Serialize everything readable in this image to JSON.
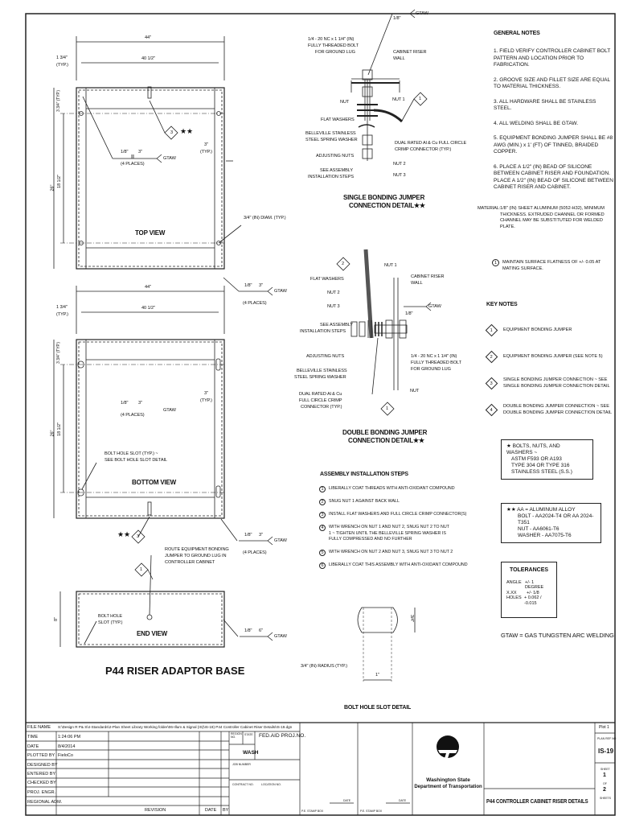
{
  "top_view": {
    "dim_44": "44\"",
    "dim_40": "40 1/2\"",
    "dim_134": "1 3/4\"",
    "typ": "(TYP.)",
    "dim_334": "3 3/4\" (TYP.)",
    "dim_26": "26\"",
    "dim_18": "18 1/2\"",
    "weld_a": "1/8\"",
    "weld_b": "3\"",
    "places": "(4 PLACES)",
    "gtaw": "GTAW",
    "dim_3": "3\"",
    "typ2": "(TYP.)",
    "hole": "3/4\" (IN) DIAM. (TYP.)",
    "title": "TOP VIEW",
    "key": "3",
    "stars": "★★"
  },
  "bottom_view": {
    "dim_44": "44\"",
    "dim_40": "40 1/2\"",
    "dim_134": "1 3/4\"",
    "typ": "(TYP.)",
    "dim_334": "3 3/4\" (TYP.)",
    "dim_26": "26\"",
    "dim_18": "18 1/2\"",
    "weld_a": "1/8\"",
    "weld_b": "3\"",
    "places": "(4 PLACES)",
    "gtaw": "GTAW",
    "dim_3": "3\"",
    "typ2": "(TYP.)",
    "slot": "BOLT HOLE SLOT (TYP.) ~",
    "slot2": "SEE BOLT HOLE SLOT DETAIL",
    "title": "BOTTOM VIEW",
    "key": "3",
    "stars": "★★",
    "weld2_a": "1/8\"",
    "weld2_b": "3\"",
    "places2": "(4 PLACES)",
    "gtaw2": "GTAW"
  },
  "end_view": {
    "route1": "ROUTE EQUIPMENT BONDING",
    "route2": "JUMPER TO GROUND LUG IN",
    "route3": "CONTROLLER CABINET",
    "key": "1",
    "slot1": "BOLT HOLE",
    "slot2": "SLOT (TYP.)",
    "title": "END VIEW",
    "dim_8": "8\"",
    "weld_a": "1/8\"",
    "weld_b": "6\"",
    "gtaw": "GTAW"
  },
  "base_title": "P44 RISER ADAPTOR BASE",
  "single": {
    "gtaw": "GTAW",
    "weld": "1/8\"",
    "bolt1": "1/4 - 20 NC x 1 1/4\" (IN)",
    "bolt2": "FULLY THREADED BOLT",
    "bolt3": "FOR GROUND LUG",
    "wall1": "CABINET RISER",
    "wall2": "WALL",
    "nut": "NUT",
    "nut1": "NUT 1",
    "flat": "FLAT WASHERS",
    "key": "1",
    "bell1": "BELLEVILLE STAINLESS",
    "bell2": "STEEL SPRING WASHER",
    "crimp1": "DUAL RATED Al & Cu FULL CIRCLE",
    "crimp2": "CRIMP CONNECTOR (TYP.)",
    "adj": "ADJUSTING NUTS",
    "nut2": "NUT 2",
    "see1": "SEE ASSEMBLY",
    "see2": "INSTALLATION STEPS",
    "nut3": "NUT 3",
    "title1": "SINGLE BONDING JUMPER",
    "title2": "CONNECTION DETAIL★★"
  },
  "double": {
    "key2": "2",
    "nut1": "NUT 1",
    "flat": "FLAT WASHERS",
    "wall1": "CABINET RISER",
    "wall2": "WALL",
    "nut2": "NUT 2",
    "nut3": "NUT 3",
    "gtaw": "GTAW",
    "weld": "1/8\"",
    "see1": "SEE ASSEMBLY",
    "see2": "INSTALLATION STEPS",
    "adj": "ADJUSTING NUTS",
    "bolt1": "1/4 - 20 NC x 1 1/4\" (IN)",
    "bolt2": "FULLY THREADED BOLT",
    "bolt3": "FOR GROUND LUG",
    "bell1": "BELLEVILLE STAINLESS",
    "bell2": "STEEL SPRING WASHER",
    "nut": "NUT",
    "crimp1": "DUAL RATED Al & Cu",
    "crimp2": "FULL CIRCLE CRIMP",
    "crimp3": "CONNECTOR (TYP.)",
    "key1": "1",
    "title1": "DOUBLE BONDING JUMPER",
    "title2": "CONNECTION DETAIL★★"
  },
  "assembly": {
    "title": "ASSEMBLY INSTALLATION STEPS",
    "steps": [
      {
        "n": "1",
        "text": "LIBERALLY COAT THREADS WITH ANTI-OXIDANT COMPOUND"
      },
      {
        "n": "2",
        "text": "SNUG NUT 1 AGAINST BACK WALL"
      },
      {
        "n": "3",
        "text": "INSTALL FLAT WASHERS AND FULL CIRCLE CRIMP CONNECTOR(S)"
      },
      {
        "n": "4",
        "text": "WITH WRENCH ON NUT 1 AND NUT 2, SNUG NUT 2 TO NUT 1 ~ TIGHTEN UNTIL THE BELLEVILLE SPRING WASHER IS FULLY COMPRESSED AND NO FURTHER"
      },
      {
        "n": "5",
        "text": "WITH WRENCH ON NUT 2 AND NUT 3, SNUG NUT 3 TO NUT 2"
      },
      {
        "n": "6",
        "text": "LIBERALLY COAT THIS ASSEMBLY WITH ANTI-OXIDANT COMPOUND"
      }
    ]
  },
  "slot_detail": {
    "dim_h": "3/4\"",
    "radius": "3/4\" (IN) RADIUS (TYP.)",
    "dim_w": "1\"",
    "title": "BOLT HOLE SLOT DETAIL"
  },
  "general": {
    "title": "GENERAL NOTES",
    "notes": [
      "1.  FIELD VERIFY CONTROLLER CABINET BOLT PATTERN AND LOCATION PRIOR TO FABRICATION.",
      "2.  GROOVE SIZE AND FILLET SIZE ARE EQUAL TO MATERIAL THICKNESS.",
      "3.  ALL HARDWARE SHALL BE STAINLESS STEEL.",
      "4.  ALL WELDING SHALL BE GTAW.",
      "5.  EQUIPMENT BONDING JUMPER SHALL BE #8 AWG (MIN.) x 1' (FT) OF TINNED, BRAIDED COPPER.",
      "6.  PLACE A 1/2\" (IN) BEAD OF SILICONE BETWEEN CABINET RISER AND FOUNDATION. PLACE A 1/2\" (IN) BEAD OF SILICONE BETWEEN CABINET RISER AND CABINET."
    ],
    "material_label": "MATERIAL:",
    "material": "1/8\" (IN) SHEET ALUMINUM (5052-H32), MINIMUM THICKNESS. EXTRUDED CHANNEL OR FORMED CHANNEL MAY BE SUBSTITUTED FOR WELDED PLATE.",
    "flat_num": "1",
    "flat": "MAINTAIN SURFACE FLATNESS OF +/- 0.05 AT MATING SURFACE."
  },
  "key_notes": {
    "title": "KEY NOTES",
    "items": [
      {
        "n": "1",
        "text": "EQUIPMENT BONDING JUMPER"
      },
      {
        "n": "2",
        "text": "EQUIPMENT BONDING JUMPER (SEE NOTE 5)"
      },
      {
        "n": "3",
        "text": "SINGLE BONDING JUMPER CONNECTION ~ SEE SINGLE BONDING JUMPER CONNECTION DETAIL"
      },
      {
        "n": "4",
        "text": "DOUBLE BONDING JUMPER CONNECTION ~ SEE DOUBLE BONDING JUMPER CONNECTION DETAIL"
      }
    ]
  },
  "star_box": [
    "★ BOLTS, NUTS, AND WASHERS ~",
    "ASTM F593 OR A193",
    "TYPE 304 OR TYPE 316",
    "STAINLESS STEEL (S.S.)"
  ],
  "aa_box": [
    "★★ AA = ALUMINUM ALLOY",
    "BOLT - AA2024-T4 OR AA 2024-T351",
    "NUT - AA6061-T6",
    "WASHER - AA7075-T6"
  ],
  "tolerances": {
    "title": "TOLERANCES",
    "rows": [
      [
        "ANGLE",
        "+/- 1 DEGREE"
      ],
      [
        "X.XX",
        "+/- 1/8"
      ],
      [
        "HOLES",
        "+ 0.062 / -0.015"
      ]
    ]
  },
  "gtaw_def": "GTAW = GAS TUNGSTEN ARC WELDING",
  "title_block": {
    "file_name_label": "FILE NAME",
    "file_name": "S:\\Design R P& S\\4-Standards\\2-Plan Sheet Library Working folder\\06-Illum & Signal (IS)\\IS-19) P44 Controller Cabinet Riser Details\\IS-19.dgn",
    "rows": [
      [
        "TIME",
        "1:24:06 PM"
      ],
      [
        "DATE",
        "8/4/2014"
      ],
      [
        "PLOTTED BY",
        "FieloCo"
      ],
      [
        "DESIGNED BY",
        ""
      ],
      [
        "ENTERED BY",
        ""
      ],
      [
        "CHECKED BY",
        ""
      ],
      [
        "PROJ. ENGR.",
        ""
      ],
      [
        "REGIONAL ADM.",
        ""
      ]
    ],
    "revision": "REVISION",
    "date": "DATE",
    "by": "BY",
    "region_no": "REGION NO.",
    "state": "STATE",
    "wash": "WASH",
    "fed_aid": "FED.AID PROJ.NO.",
    "job_number": "JOB NUMBER",
    "contract_no": "CONTRACT NO.",
    "location_no": "LOCATION NO.",
    "stamp_date": "DATE",
    "stamp_box": "P.E. STAMP BOX",
    "org1": "Washington State",
    "org2": "Department of Transportation",
    "sheet_title": "P44 CONTROLLER CABINET RISER DETAILS",
    "plot": "Plot 1",
    "plan_ref_label": "PLAN REF NO",
    "plan_ref": "IS-19",
    "sheet_label": "SHEET",
    "sheet": "1",
    "of": "OF",
    "sheets": "2",
    "sheets_label": "SHEETS"
  }
}
